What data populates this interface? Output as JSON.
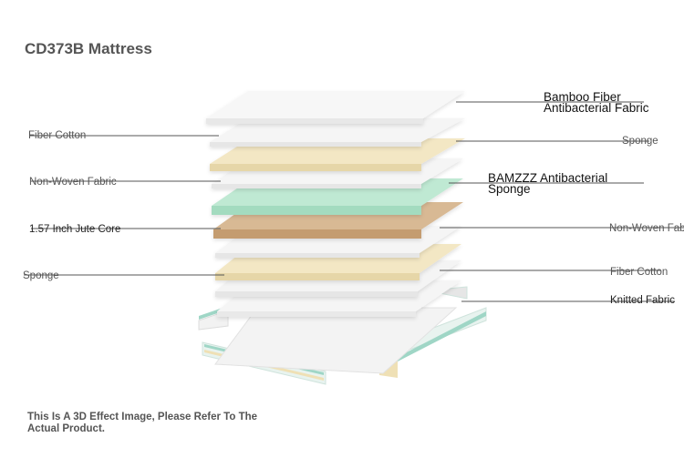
{
  "title": "CD373B Mattress",
  "labels": {
    "bamboo_fiber": [
      "Bamboo Fiber",
      "Antibacterial Fabric"
    ],
    "fiber_cotton_left": "Fiber Cotton",
    "sponge_right": "Sponge",
    "non_woven_left": "Non-Woven Fabric",
    "bamzzz_sponge": [
      "BAMZZZ Antibacterial",
      "Sponge"
    ],
    "jute_core": "1.57 Inch Jute Core",
    "non_woven_right": "Non-Woven Fab",
    "sponge_left": "Sponge",
    "fiber_cotton_right": "Fiber Cotton",
    "knitted_fabric": "Knitted Fabric"
  },
  "note": "This Is A 3D Effect Image, Please Refer To The Actual Product.",
  "colors": {
    "white_layer": "#f4f4f4",
    "cream_layer": "#f2e6c2",
    "mint_layer": "#b9e6cf",
    "jute_layer": "#d4b48c",
    "leader_line": "#555555",
    "frame_teal": "#8fd0c0"
  }
}
